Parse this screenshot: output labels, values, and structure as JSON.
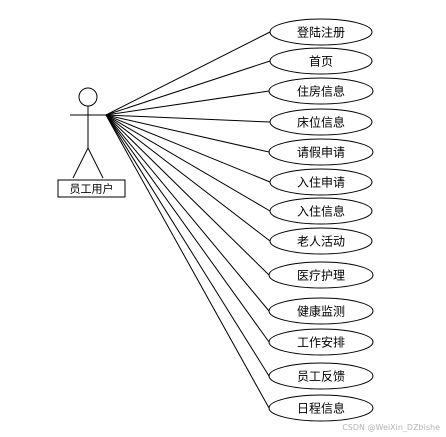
{
  "actor": {
    "label": "员工用户"
  },
  "use_cases": [
    {
      "label": "登陆注册"
    },
    {
      "label": "首页"
    },
    {
      "label": "住房信息"
    },
    {
      "label": "床位信息"
    },
    {
      "label": "请假申请"
    },
    {
      "label": "入住申请"
    },
    {
      "label": "入住信息"
    },
    {
      "label": "老人活动"
    },
    {
      "label": "医疗护理"
    },
    {
      "label": "健康监测"
    },
    {
      "label": "工作安排"
    },
    {
      "label": "员工反馈"
    },
    {
      "label": "日程信息"
    }
  ],
  "watermark": "CSDN @WeiXin_DZbishe",
  "colors": {
    "stroke": "#000000",
    "background": "#ffffff",
    "watermark": "#b5b5b5"
  }
}
